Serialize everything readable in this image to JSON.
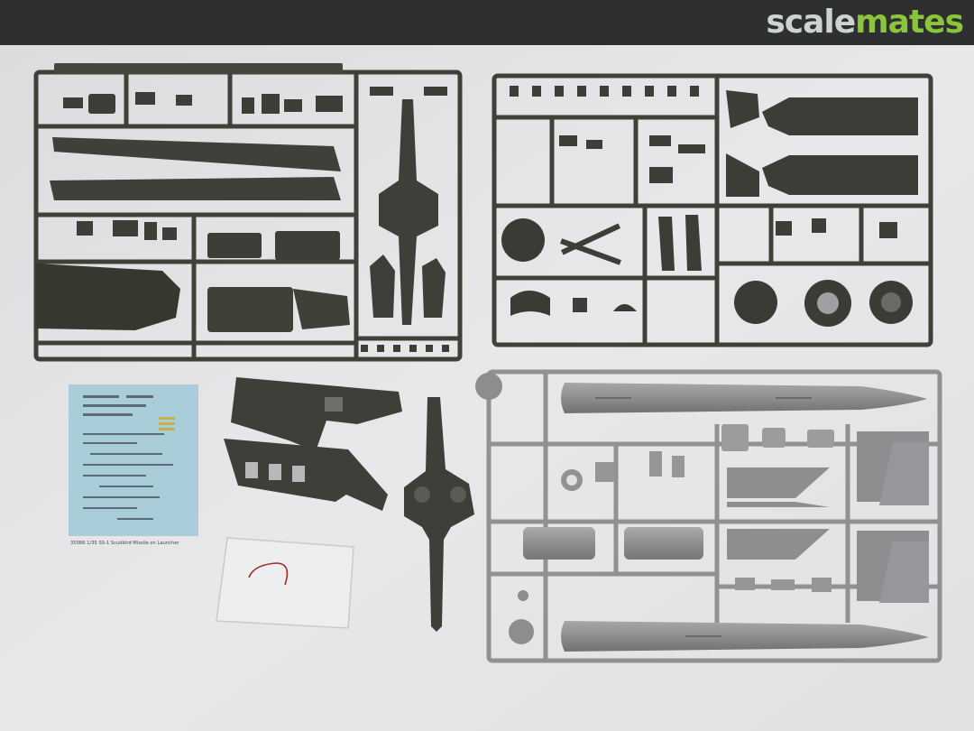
{
  "watermark": {
    "part1": "scale",
    "part2": "mates",
    "color_part1": "#cfd2d2",
    "color_part2": "#8cc43c"
  },
  "photo": {
    "kind": "plastic model kit contents",
    "sprue_colors": {
      "dark_olive": "#3f4139",
      "light_grey": "#8f9193"
    },
    "decal_sheet": {
      "caption": "35086 1/35 SS-1 Scudbird Missile on Launcher",
      "background": "#a9cdd9"
    }
  }
}
